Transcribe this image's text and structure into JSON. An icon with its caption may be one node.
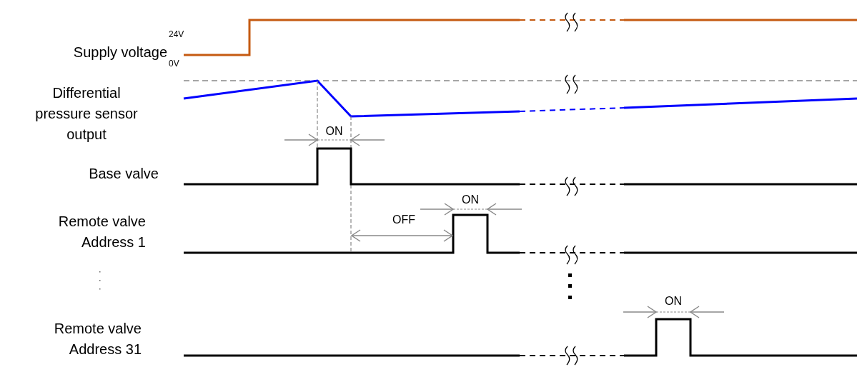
{
  "diagram": {
    "labels": [
      "24V",
      "Supply voltage",
      "0V",
      "Differential pressure sensor output",
      "ON",
      "Base valve",
      "ON",
      "Remote valve Address 1",
      "OFF",
      "ON",
      "Remote valve Address 31"
    ]
  }
}
